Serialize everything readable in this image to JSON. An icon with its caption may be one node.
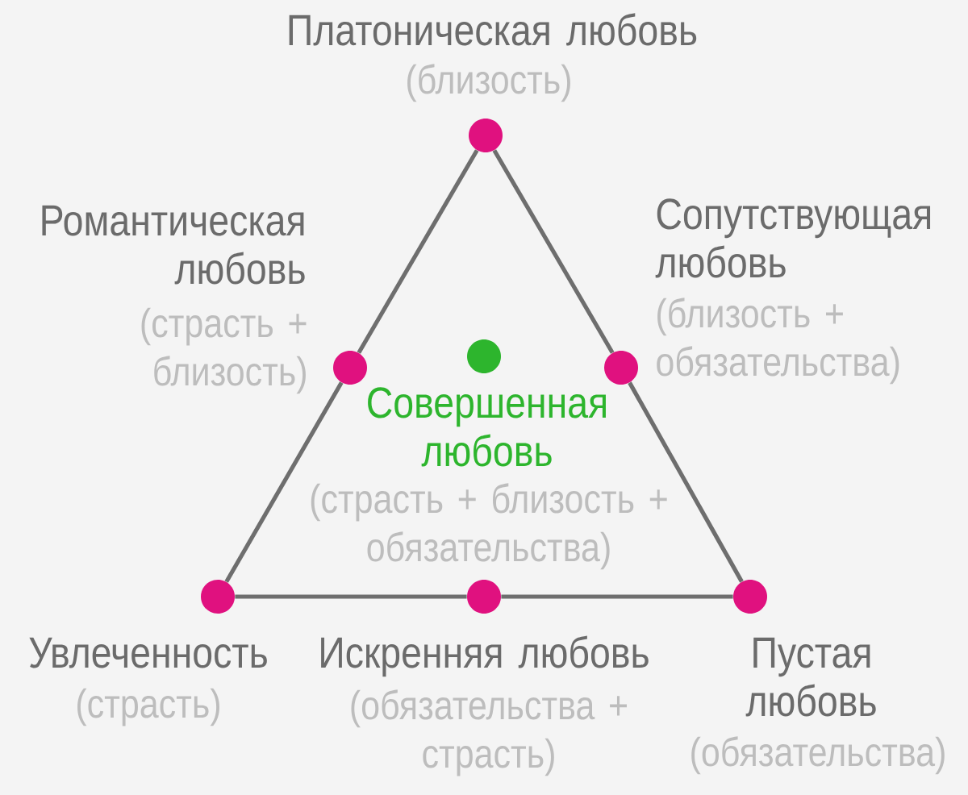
{
  "diagram": {
    "nodes": [
      {
        "text": [],
        "shape": "circle",
        "beside": [
          "Платоническая любовь",
          "(близость)"
        ]
      },
      {
        "text": [],
        "shape": "circle",
        "beside": [
          "Романтическая любовь",
          "(страсть + близость)"
        ]
      },
      {
        "text": [],
        "shape": "circle",
        "beside": [
          "Совершенная любовь",
          "(страсть + близость + обязательства)"
        ]
      },
      {
        "text": [],
        "shape": "circle",
        "beside": [
          "Сопутствующая любовь",
          "(близость + обязательства)"
        ]
      },
      {
        "text": [],
        "shape": "circle",
        "beside": [
          "Увлеченность",
          "(страсть)"
        ]
      },
      {
        "text": [],
        "shape": "circle",
        "beside": [
          "Искренняя любовь",
          "(обязательства + страсть)"
        ]
      },
      {
        "text": [],
        "shape": "circle",
        "beside": [
          "Пустая любовь",
          "(обязательства)"
        ]
      }
    ],
    "edges": [
      {
        "from": 0,
        "to": 1,
        "arrow": "none"
      },
      {
        "from": 0,
        "to": 3,
        "arrow": "none"
      },
      {
        "from": 1,
        "to": 4,
        "arrow": "none"
      },
      {
        "from": 3,
        "to": 6,
        "arrow": "none"
      },
      {
        "from": 4,
        "to": 5,
        "arrow": "none"
      },
      {
        "from": 5,
        "to": 6,
        "arrow": "none"
      }
    ]
  }
}
